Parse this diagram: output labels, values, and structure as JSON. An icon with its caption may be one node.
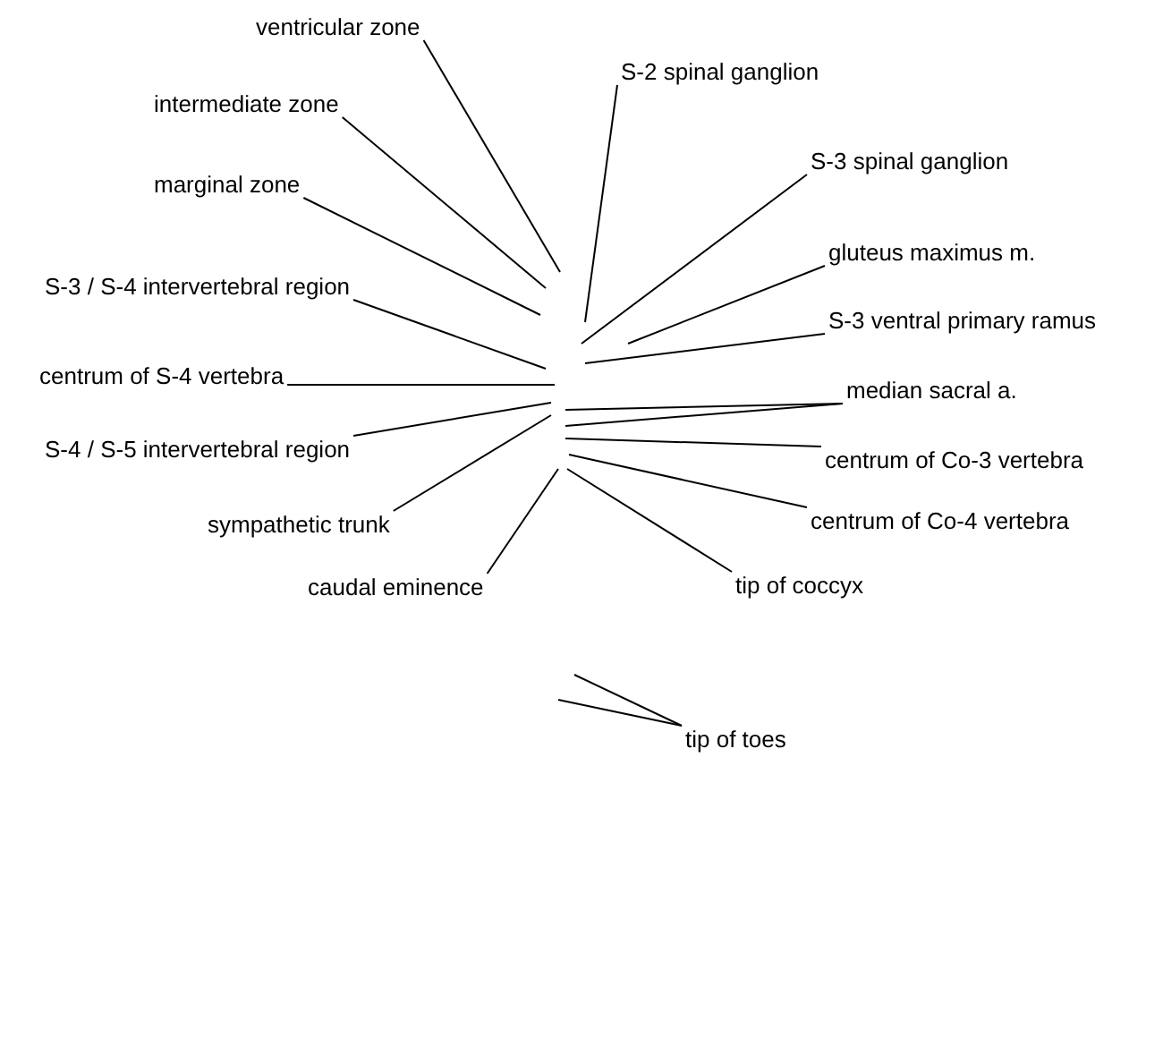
{
  "diagram": {
    "nodes": [
      {
        "text": [
          "ventricular zone"
        ]
      },
      {
        "text": [
          "intermediate zone"
        ]
      },
      {
        "text": [
          "marginal zone"
        ]
      },
      {
        "text": [
          "S-3 / S-4 intervertebral region"
        ]
      },
      {
        "text": [
          "centrum of S-4 vertebra"
        ]
      },
      {
        "text": [
          "S-4 / S-5 intervertebral region"
        ]
      },
      {
        "text": [
          "sympathetic trunk"
        ]
      },
      {
        "text": [
          "caudal eminence"
        ]
      },
      {
        "text": [
          "S-2 spinal ganglion"
        ]
      },
      {
        "text": [
          "S-3 spinal ganglion"
        ]
      },
      {
        "text": [
          "gluteus maximus m."
        ]
      },
      {
        "text": [
          "S-3 ventral primary ramus"
        ]
      },
      {
        "text": [
          "median sacral a."
        ]
      },
      {
        "text": [
          "centrum of Co-3 vertebra"
        ]
      },
      {
        "text": [
          "centrum of Co-4 vertebra"
        ]
      },
      {
        "text": [
          "tip of coccyx"
        ]
      },
      {
        "text": [
          "tip of toes"
        ]
      }
    ],
    "edges": [
      {
        "from": 0,
        "to": null,
        "arrow": "none"
      },
      {
        "from": 1,
        "to": null,
        "arrow": "none"
      },
      {
        "from": 2,
        "to": null,
        "arrow": "none"
      },
      {
        "from": 3,
        "to": null,
        "arrow": "none"
      },
      {
        "from": 4,
        "to": null,
        "arrow": "none"
      },
      {
        "from": 5,
        "to": null,
        "arrow": "none"
      },
      {
        "from": 6,
        "to": null,
        "arrow": "none"
      },
      {
        "from": 7,
        "to": null,
        "arrow": "none"
      },
      {
        "from": 8,
        "to": null,
        "arrow": "none"
      },
      {
        "from": 9,
        "to": null,
        "arrow": "none"
      },
      {
        "from": 10,
        "to": null,
        "arrow": "none"
      },
      {
        "from": 11,
        "to": null,
        "arrow": "none"
      },
      {
        "from": 12,
        "to": null,
        "arrow": "none"
      },
      {
        "from": 12,
        "to": null,
        "arrow": "none"
      },
      {
        "from": 13,
        "to": null,
        "arrow": "none"
      },
      {
        "from": 14,
        "to": null,
        "arrow": "none"
      },
      {
        "from": 15,
        "to": null,
        "arrow": "none"
      },
      {
        "from": 16,
        "to": null,
        "arrow": "none"
      },
      {
        "from": 16,
        "to": null,
        "arrow": "none"
      }
    ]
  }
}
